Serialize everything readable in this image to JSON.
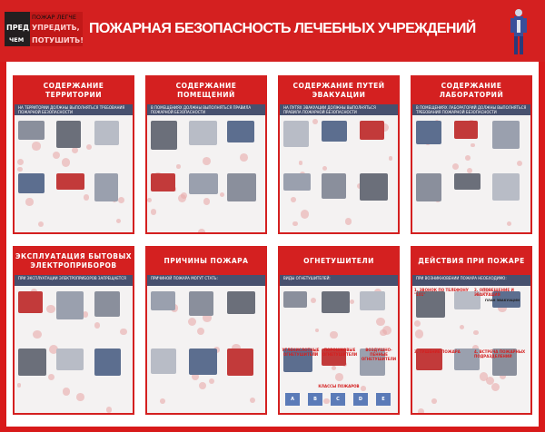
{
  "header": {
    "slogan": {
      "line1": "ПОЖАР ЛЕГЧЕ",
      "pre": "ПРЕД",
      "line2": "УПРЕДИТЬ,",
      "chem": "ЧЕМ",
      "line3": "ПОТУШИТЬ!"
    },
    "title": "ПОЖАРНАЯ БЕЗОПАСНОСТЬ ЛЕЧЕБНЫХ УЧРЕЖДЕНИЙ",
    "mascot_icon": "fireman-icon"
  },
  "colors": {
    "brand_red": "#d42020",
    "strip_blue": "#47506e"
  },
  "panels": [
    {
      "title": "СОДЕРЖАНИЕ ТЕРРИТОРИИ",
      "subtitle": "НА ТЕРРИТОРИИ ДОЛЖНЫ ВЫПОЛНЯТЬСЯ ТРЕБОВАНИЯ ПОЖАРНОЙ БЕЗОПАСНОСТИ"
    },
    {
      "title": "СОДЕРЖАНИЕ ПОМЕЩЕНИЙ",
      "subtitle": "В ПОМЕЩЕНИЯХ ДОЛЖНЫ ВЫПОЛНЯТЬСЯ ПРАВИЛА ПОЖАРНОЙ БЕЗОПАСНОСТИ"
    },
    {
      "title": "СОДЕРЖАНИЕ ПУТЕЙ ЭВАКУАЦИИ",
      "subtitle": "НА ПУТЯХ ЭВАКУАЦИИ ДОЛЖНЫ ВЫПОЛНЯТЬСЯ ПРАВИЛА ПОЖАРНОЙ БЕЗОПАСНОСТИ"
    },
    {
      "title": "СОДЕРЖАНИЕ ЛАБОРАТОРИЙ",
      "subtitle": "В ПОМЕЩЕНИЯХ ЛАБОРАТОРИЙ ДОЛЖНЫ ВЫПОЛНЯТЬСЯ ТРЕБОВАНИЯ ПОЖАРНОЙ БЕЗОПАСНОСТИ"
    },
    {
      "title": "ЭКСПЛУАТАЦИЯ БЫТОВЫХ ЭЛЕКТРОПРИБОРОВ",
      "subtitle": "ПРИ ЭКСПЛУАТАЦИИ ЭЛЕКТРОПРИБОРОВ ЗАПРЕЩАЕТСЯ"
    },
    {
      "title": "ПРИЧИНЫ ПОЖАРА",
      "subtitle": "ПРИЧИНОЙ ПОЖАРА МОГУТ СТАТЬ:"
    },
    {
      "title": "ОГНЕТУШИТЕЛИ",
      "subtitle": "ВИДЫ ОГНЕТУШИТЕЛЕЙ:",
      "labels": [
        "УГЛЕКИСЛОТНЫЕ ОГНЕТУШИТЕЛИ",
        "ПОРОШКОВЫЕ ОГНЕТУШИТЕЛИ",
        "ВОЗДУШНО-ПЕННЫЕ ОГНЕТУШИТЕЛИ",
        "КЛАССЫ ПОЖАРОВ"
      ],
      "classes": [
        "A",
        "B",
        "C",
        "D",
        "E"
      ]
    },
    {
      "title": "ДЕЙСТВИЯ ПРИ ПОЖАРЕ",
      "subtitle": "ПРИ ВОЗНИКНОВЕНИИ ПОЖАРА НЕОБХОДИМО:",
      "labels": [
        "1. ЗВОНОК ПО ТЕЛЕФОНУ \"101\"",
        "2. ОПОВЕЩЕНИЕ И ЭВАКУАЦИЯ",
        "3. ТУШЕНИЕ ПОЖАРА",
        "4. ВСТРЕЧА ПОЖАРНЫХ ПОДРАЗДЕЛЕНИЙ"
      ],
      "plan_title": "ПЛАН ЭВАКУАЦИИ"
    }
  ]
}
